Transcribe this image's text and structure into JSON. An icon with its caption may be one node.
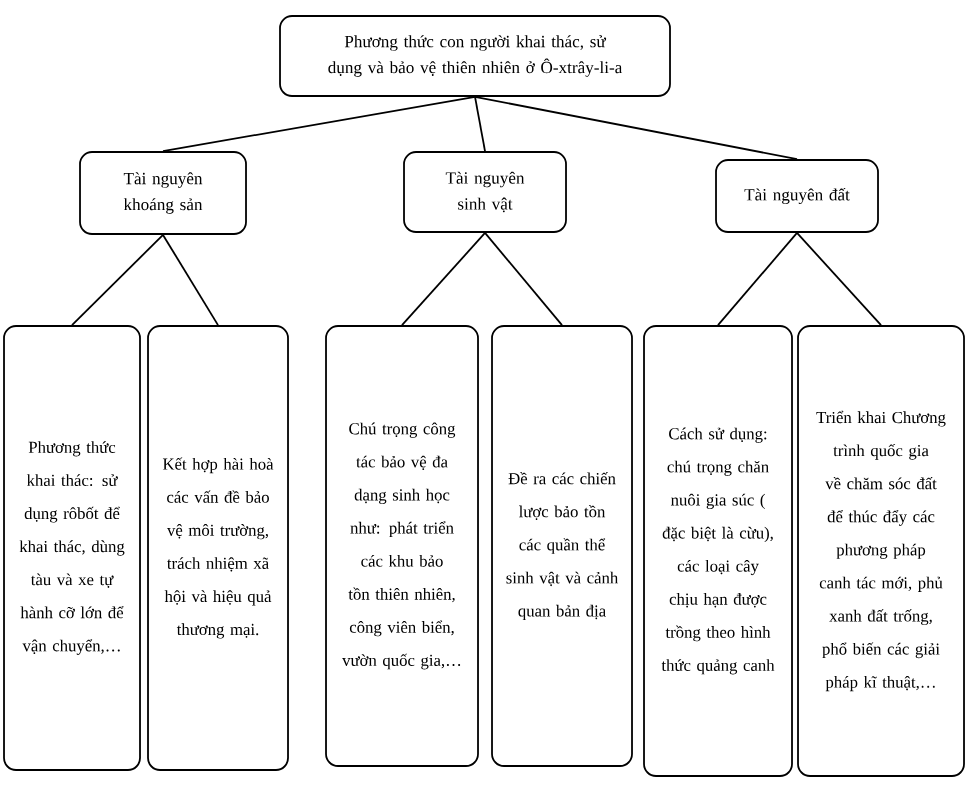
{
  "diagram": {
    "nodes": [
      {
        "text": [
          "Phương thức con người khai thác, sử dụng và bảo vệ thiên nhiên ở Ô-xtrây-li-a"
        ]
      },
      {
        "text": [
          "Tài nguyên khoáng sản"
        ]
      },
      {
        "text": [
          "Tài nguyên sinh vật"
        ]
      },
      {
        "text": [
          "Tài nguyên đất"
        ]
      },
      {
        "text": [
          "Phương thức khai thác: sử dụng rôbốt để khai thác, dùng tàu và xe tự hành cỡ lớn để vận chuyển,…"
        ]
      },
      {
        "text": [
          "Kết hợp hài hoà các vấn đề bảo vệ môi trường, trách nhiệm xã hội và hiệu quả thương mại."
        ]
      },
      {
        "text": [
          "Chú trọng công tác bảo vệ đa dạng sinh học như: phát triển các khu bảo tồn thiên nhiên, công viên biển, vườn quốc gia,…"
        ]
      },
      {
        "text": [
          "Đề ra các chiến lược bảo tồn các quần thể sinh vật và cảnh quan bản địa"
        ]
      },
      {
        "text": [
          "Cách sử dụng: chú trọng chăn nuôi gia súc ( đặc biệt là cừu), các loại cây chịu hạn được trồng theo hình thức quảng canh"
        ]
      },
      {
        "text": [
          "Triển khai Chương trình quốc gia về chăm sóc đất để thúc đẩy các phương pháp canh tác mới, phủ xanh đất trống, phổ biến các giải pháp kĩ thuật,…"
        ]
      }
    ],
    "edges": [
      {
        "from": 0,
        "to": 1,
        "arrow": "none"
      },
      {
        "from": 0,
        "to": 2,
        "arrow": "none"
      },
      {
        "from": 0,
        "to": 3,
        "arrow": "none"
      },
      {
        "from": 1,
        "to": 4,
        "arrow": "none"
      },
      {
        "from": 1,
        "to": 5,
        "arrow": "none"
      },
      {
        "from": 2,
        "to": 6,
        "arrow": "none"
      },
      {
        "from": 2,
        "to": 7,
        "arrow": "none"
      },
      {
        "from": 3,
        "to": 8,
        "arrow": "none"
      },
      {
        "from": 3,
        "to": 9,
        "arrow": "none"
      }
    ]
  }
}
